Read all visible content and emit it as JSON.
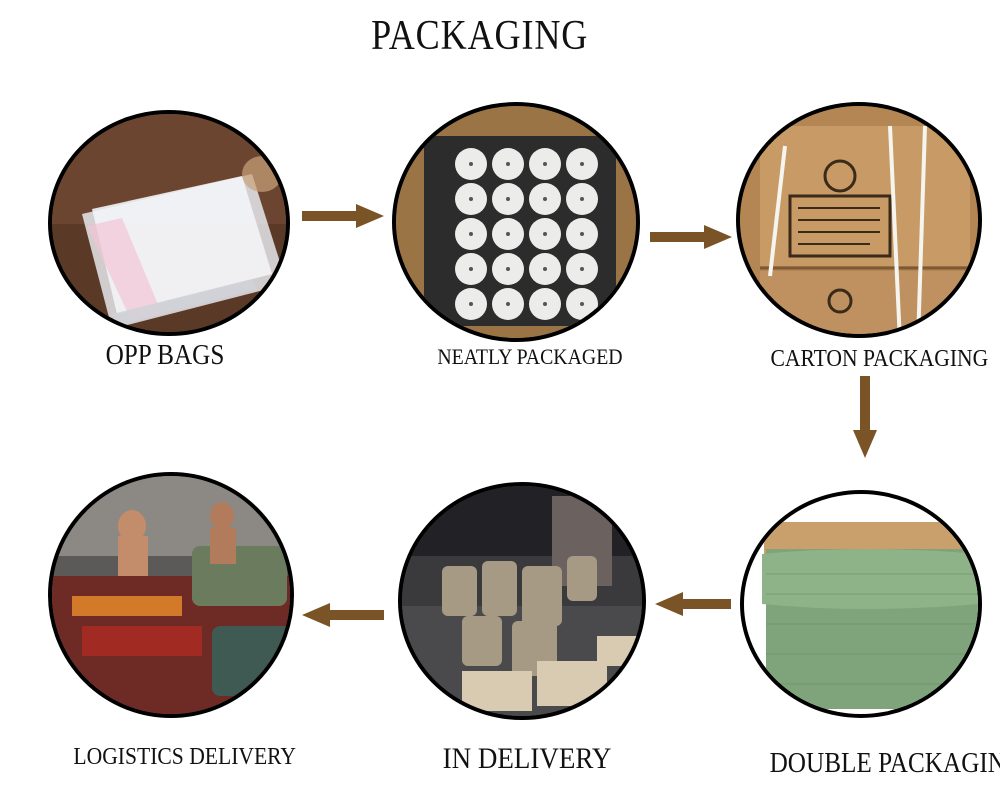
{
  "title": "PACKAGING",
  "arrow_color": "#7a5427",
  "steps": [
    {
      "label": "OPP BAGS"
    },
    {
      "label": "NEATLY PACKAGED"
    },
    {
      "label": "CARTON PACKAGING"
    },
    {
      "label": "DOUBLE PACKAGING"
    },
    {
      "label": "IN DELIVERY"
    },
    {
      "label": "LOGISTICS DELIVERY"
    }
  ]
}
